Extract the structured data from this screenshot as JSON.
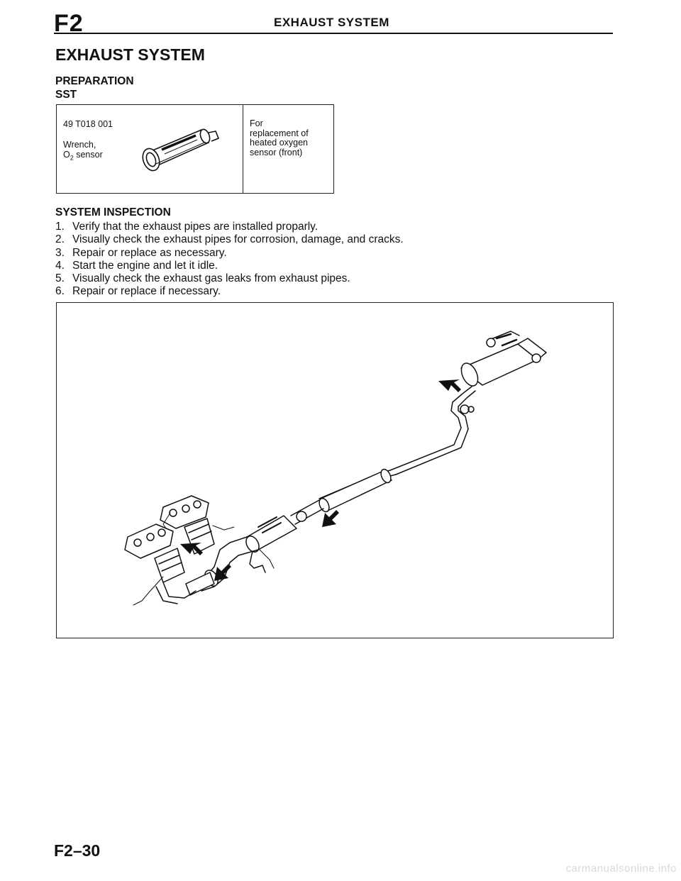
{
  "header": {
    "section_code": "F2",
    "title": "EXHAUST SYSTEM"
  },
  "main_title": "EXHAUST SYSTEM",
  "preparation": {
    "heading": "PREPARATION",
    "subheading": "SST"
  },
  "sst_table": {
    "part_number": "49 T018 001",
    "tool_name_line1": "Wrench,",
    "tool_name_line2_prefix": "O",
    "tool_name_line2_sub": "2",
    "tool_name_line2_suffix": " sensor",
    "purpose_lines": [
      "For",
      "replacement of",
      "heated oxygen",
      "sensor (front)"
    ]
  },
  "inspection": {
    "heading": "SYSTEM INSPECTION",
    "steps": [
      {
        "num": "1.",
        "text": "Verify that the exhaust pipes are installed proparly."
      },
      {
        "num": "2.",
        "text": "Visually check the exhaust pipes for corrosion, damage, and cracks."
      },
      {
        "num": "3.",
        "text": "Repair or replace as necessary."
      },
      {
        "num": "4.",
        "text": "Start the engine and let it idle."
      },
      {
        "num": "5.",
        "text": "Visually check the exhaust gas leaks from exhaust pipes."
      },
      {
        "num": "6.",
        "text": "Repair or replace if necessary."
      }
    ]
  },
  "page_number": "F2–30",
  "watermark": "carmanualsonline.info"
}
